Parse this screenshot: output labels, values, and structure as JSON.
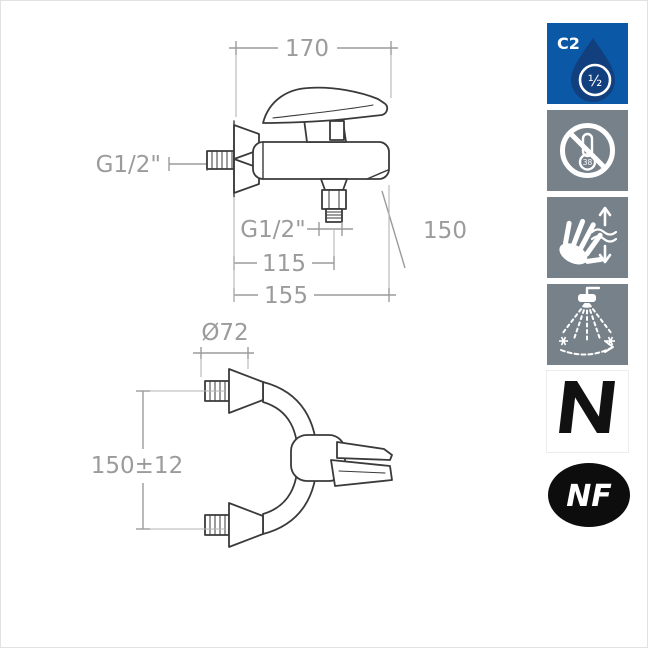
{
  "page": {
    "bg": "#ffffff",
    "border": "#e2e2e2"
  },
  "drawing": {
    "line_color": "#3a3a3a",
    "dim_color": "#9b9b9b",
    "front_view": {
      "dim_width_total": "170",
      "inlet_thread_label": "G1/2\"",
      "outlet_thread_label": "G1/2\"",
      "dim_spout_drop": "150",
      "dim_spout_reach": "115",
      "dim_total_reach": "155"
    },
    "side_view": {
      "dim_escutcheon_diameter": "Ø72",
      "dim_center_distance": "150±12"
    }
  },
  "badges": {
    "flow_class": {
      "bg": "#0b58a6",
      "drop_color": "#123f7e",
      "label": "C2",
      "fraction": "½"
    },
    "no_thermostat": {
      "bg": "#76818a",
      "bulb_label": "38"
    },
    "flow_adjust": {
      "bg": "#76818a"
    },
    "spray_pattern": {
      "bg": "#76818a"
    },
    "brand_n": {
      "bg": "#ffffff",
      "color": "#111111"
    },
    "nf_certification": {
      "bg": "#0d0d0d",
      "label": "NF"
    }
  }
}
